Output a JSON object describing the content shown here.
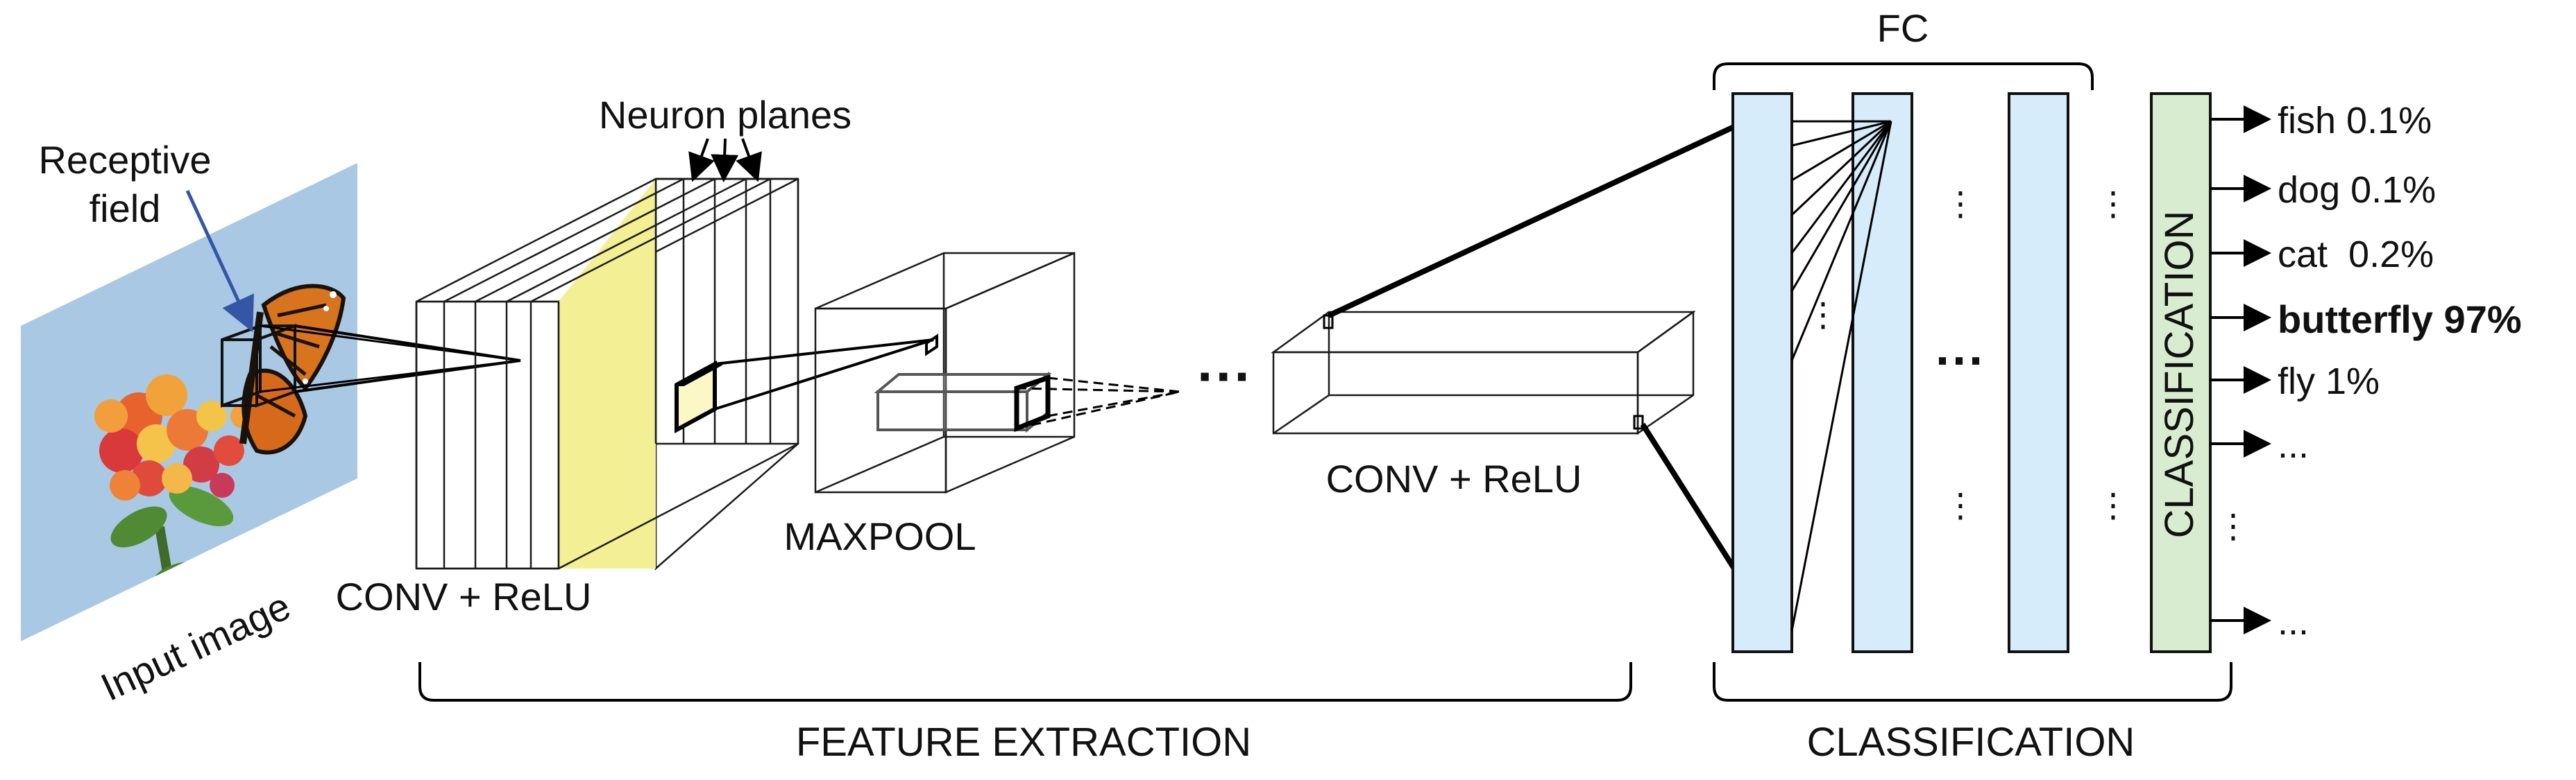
{
  "labels": {
    "receptive_field_line1": "Receptive",
    "receptive_field_line2": "field",
    "neuron_planes": "Neuron planes",
    "input_image": "Input image",
    "conv_relu_1": "CONV + ReLU",
    "maxpool": "MAXPOOL",
    "conv_relu_2": "CONV + ReLU",
    "ellipsis": "···",
    "fc": "FC",
    "classification_vertical": "CLASSIFICATION",
    "feature_extraction": "FEATURE EXTRACTION",
    "classification_bottom": "CLASSIFICATION",
    "dots_big": "···",
    "vdots": "⋮"
  },
  "outputs": [
    {
      "label": "fish 0.1%",
      "bold": false
    },
    {
      "label": "dog 0.1%",
      "bold": false
    },
    {
      "label": "cat  0.2%",
      "bold": false
    },
    {
      "label": "butterfly 97%",
      "bold": true
    },
    {
      "label": "fly 1%",
      "bold": false
    },
    {
      "label": "...",
      "bold": false
    },
    {
      "label": "...",
      "bold": false
    }
  ],
  "colors": {
    "image_bg": "#a9c8e4",
    "conv_yellow": "#f6f3a8",
    "conv_yellow_side": "#ecea8c",
    "maxpool_red": "#f4b6b8",
    "maxpool_red_side": "#ee9ea2",
    "fc_blue": "#d6ecfa",
    "class_green": "#d8ecd0",
    "arrow_blue": "#3555a6"
  }
}
